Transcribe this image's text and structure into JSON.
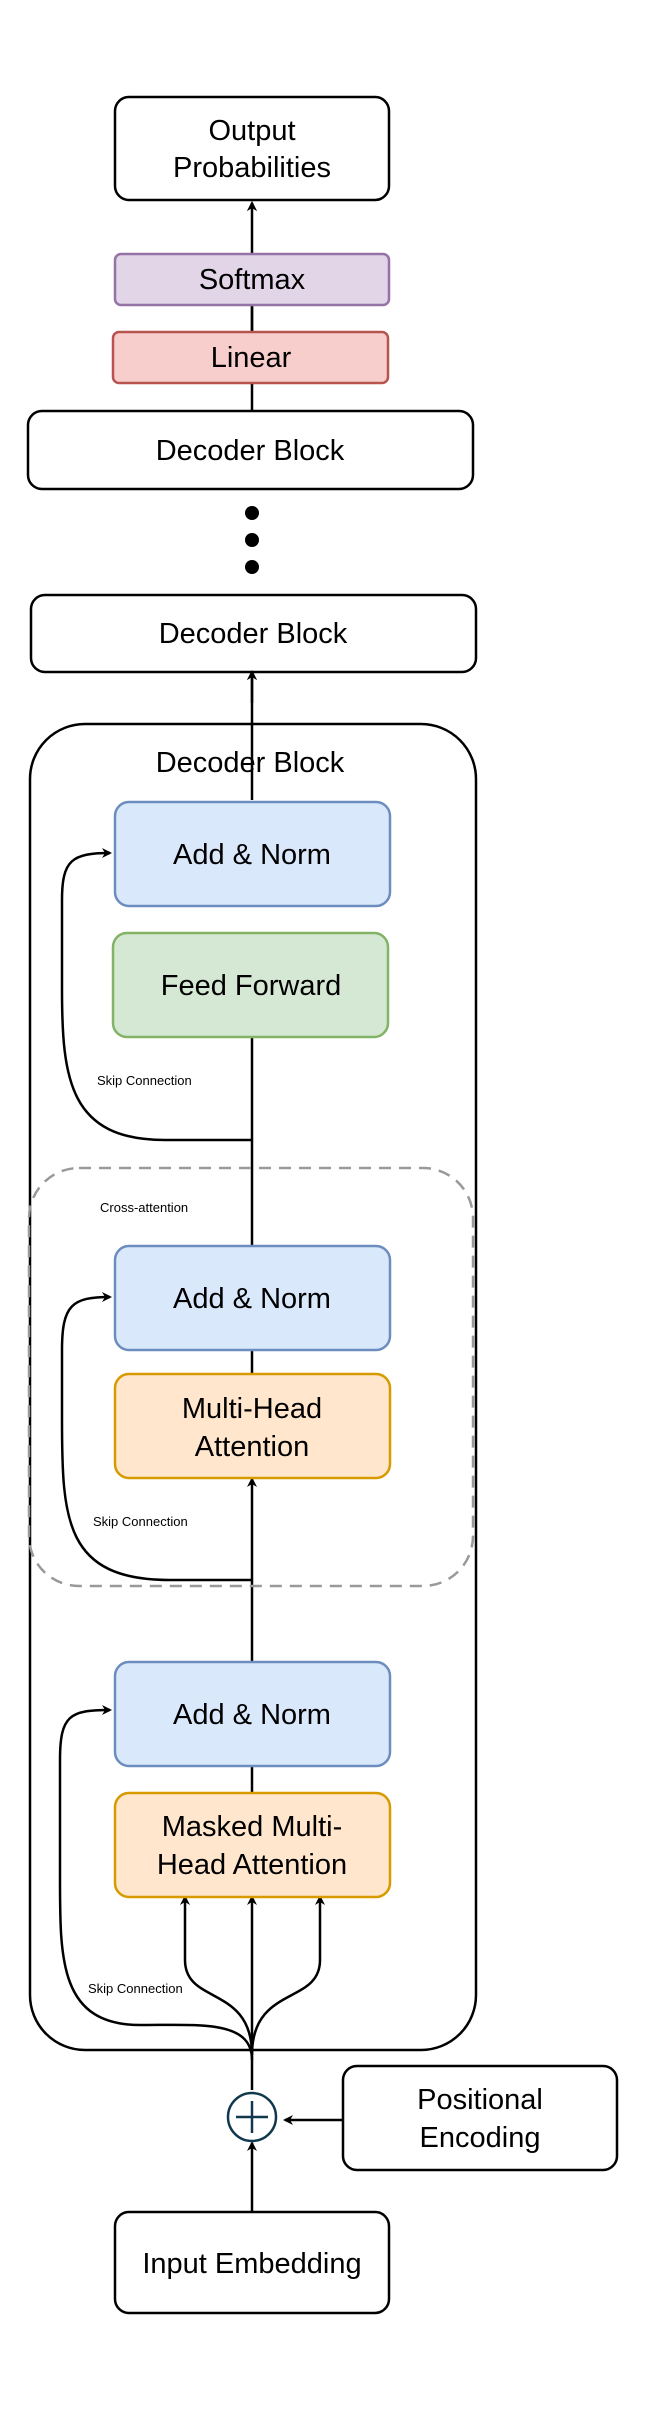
{
  "output": {
    "label_line1": "Output",
    "label_line2": "Probabilities"
  },
  "softmax": {
    "label": "Softmax"
  },
  "linear": {
    "label": "Linear"
  },
  "decoder_top": {
    "label": "Decoder Block"
  },
  "decoder_mid": {
    "label": "Decoder Block"
  },
  "decoder_main": {
    "title": "Decoder Block",
    "add_norm_top": "Add & Norm",
    "feed_forward": "Feed Forward",
    "skip_top": "Skip Connection",
    "cross_label": "Cross-attention",
    "add_norm_mid": "Add & Norm",
    "mha_line1": "Multi-Head",
    "mha_line2": "Attention",
    "skip_mid": "Skip Connection",
    "add_norm_bottom": "Add & Norm",
    "masked_line1": "Masked Multi-",
    "masked_line2": "Head Attention",
    "skip_bottom": "Skip Connection"
  },
  "positional": {
    "label_line1": "Positional",
    "label_line2": "Encoding"
  },
  "input": {
    "label": "Input Embedding"
  },
  "colors": {
    "softmax_fill": "#e1d5e7",
    "softmax_stroke": "#9673a6",
    "linear_fill": "#f8cecc",
    "linear_stroke": "#b85450",
    "addnorm_fill": "#dae8fc",
    "addnorm_stroke": "#6c8ebf",
    "ff_fill": "#d5e8d4",
    "ff_stroke": "#82b366",
    "attn_fill": "#ffe6cc",
    "attn_stroke": "#d79b00",
    "plus_stroke": "#10384f"
  },
  "icons": {
    "sum": "plus-circle-icon",
    "ellipsis": "vertical-ellipsis-icon"
  }
}
